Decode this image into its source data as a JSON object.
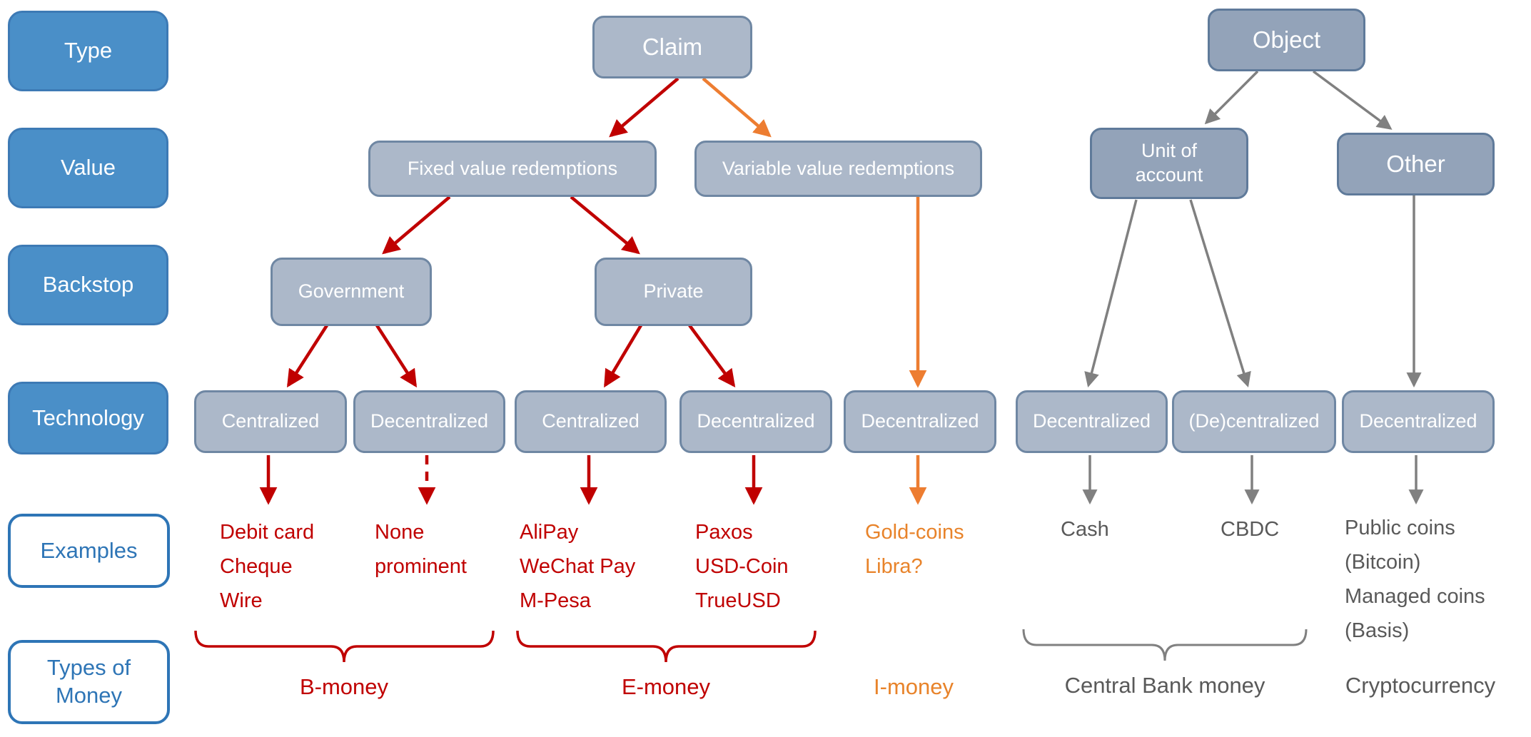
{
  "sidebar": {
    "items": [
      {
        "label": "Type",
        "variant": "solid"
      },
      {
        "label": "Value",
        "variant": "solid"
      },
      {
        "label": "Backstop",
        "variant": "solid"
      },
      {
        "label": "Technology",
        "variant": "solid"
      },
      {
        "label": "Examples",
        "variant": "outline"
      },
      {
        "label": [
          "Types of",
          "Money"
        ],
        "variant": "outline"
      }
    ]
  },
  "nodes": {
    "claim": "Claim",
    "object": "Object",
    "fixed_value": "Fixed value redemptions",
    "variable_value": "Variable value redemptions",
    "unit_of_account": [
      "Unit of",
      "account"
    ],
    "other": "Other",
    "government": "Government",
    "private": "Private",
    "tech_gov_centralized": "Centralized",
    "tech_gov_decentralized": "Decentralized",
    "tech_priv_centralized": "Centralized",
    "tech_priv_decentralized": "Decentralized",
    "tech_variable_decentralized": "Decentralized",
    "tech_cash": "Decentralized",
    "tech_cbdc": "(De)centralized",
    "tech_crypto": "Decentralized"
  },
  "examples": {
    "b_money_centralized": [
      "Debit card",
      "Cheque",
      "Wire"
    ],
    "b_money_decentralized": [
      "None",
      "prominent"
    ],
    "e_money_centralized": [
      "AliPay",
      "WeChat Pay",
      "M-Pesa"
    ],
    "e_money_decentralized": [
      "Paxos",
      "USD-Coin",
      "TrueUSD"
    ],
    "i_money": [
      "Gold-coins",
      "Libra?"
    ],
    "cash": "Cash",
    "cbdc": "CBDC",
    "crypto": [
      "Public coins",
      "(Bitcoin)",
      "Managed coins",
      "(Basis)"
    ]
  },
  "money_types": {
    "b_money": "B-money",
    "e_money": "E-money",
    "i_money": "I-money",
    "central_bank": "Central Bank money",
    "cryptocurrency": "Cryptocurrency"
  },
  "colors": {
    "claim_branch_arrows": "#C00000",
    "i_money_branch_arrows": "#ED7D31",
    "object_branch_arrows": "#808080",
    "sidebar_blue": "#4A8FC8",
    "sidebar_outline_blue": "#2E75B6",
    "node_fill": "#ACB8C9",
    "node_fill_dark": "#93A3B9",
    "node_border": "#6F87A3",
    "example_red": "#C00000",
    "example_orange": "#E8832A",
    "example_gray": "#595959"
  }
}
